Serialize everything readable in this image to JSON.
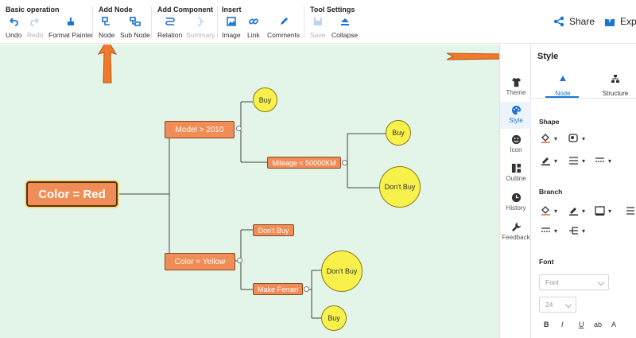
{
  "toolbar": {
    "groups": {
      "basic": "Basic operation",
      "add_node": "Add Node",
      "add_component": "Add Component",
      "insert": "Insert",
      "tool_settings": "Tool Settings"
    },
    "buttons": {
      "undo": "Undo",
      "redo": "Redo",
      "format_painter": "Format Painter",
      "node": "Node",
      "sub_node": "Sub Node",
      "relation": "Relation",
      "summary": "Summary",
      "image": "Image",
      "link": "Link",
      "comments": "Comments",
      "save": "Save",
      "collapse": "Collapse"
    },
    "share": "Share",
    "export": "Export"
  },
  "mindmap": {
    "root": "Color = Red",
    "model": "Model > 2010",
    "buy_top": "Buy",
    "mileage": "Mileage < 50000KM",
    "buy_mid": "Buy",
    "dont_buy_mid": "Don't Buy",
    "color_yellow": "Color = Yellow",
    "dont_buy_small": "Don't Buy",
    "make_ferrari": "Make Ferrari",
    "dont_buy_low": "Don't Buy",
    "buy_low": "Buy"
  },
  "sidebar": {
    "theme": "Theme",
    "style": "Style",
    "icon": "Icon",
    "outline": "Outline",
    "history": "History",
    "feedback": "Feedback"
  },
  "panel": {
    "title": "Style",
    "tab_node": "Node",
    "tab_structure": "Structure",
    "shape": "Shape",
    "branch": "Branch",
    "font": "Font",
    "font_family": "Font",
    "font_size": "24",
    "format": {
      "bold": "B",
      "italic": "I",
      "underline": "U",
      "case": "ab",
      "color": "A"
    }
  },
  "colors": {
    "accent": "#1b74d1",
    "node_fill": "#f08c55",
    "leaf_fill": "#f8f04b",
    "canvas_bg": "#e3f4e8",
    "annotation_arrow": "#f07a2a"
  }
}
